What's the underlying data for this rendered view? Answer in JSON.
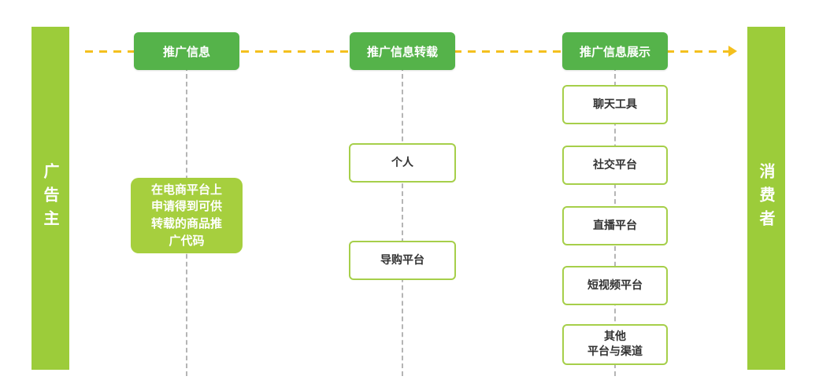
{
  "left_actor": "广告主",
  "right_actor": "消费者",
  "stages": [
    {
      "title": "推广信息",
      "items": [
        {
          "text": "在电商平台上\n申请得到可供\n转载的商品推\n广代码",
          "style": "filled"
        }
      ]
    },
    {
      "title": "推广信息转载",
      "items": [
        {
          "text": "个人",
          "style": "outlined"
        },
        {
          "text": "导购平台",
          "style": "outlined"
        }
      ]
    },
    {
      "title": "推广信息展示",
      "items": [
        {
          "text": "聊天工具",
          "style": "outlined"
        },
        {
          "text": "社交平台",
          "style": "outlined"
        },
        {
          "text": "直播平台",
          "style": "outlined"
        },
        {
          "text": "短视频平台",
          "style": "outlined"
        },
        {
          "text": "其他\n平台与渠道",
          "style": "outlined"
        }
      ]
    }
  ],
  "colors": {
    "actor_bar": "#9ccc3a",
    "header": "#55b34a",
    "filled_box": "#a6cf3e",
    "box_border": "#a6cf4a",
    "flow_arrow": "#f4c01e",
    "connector": "#b5b5b5"
  }
}
